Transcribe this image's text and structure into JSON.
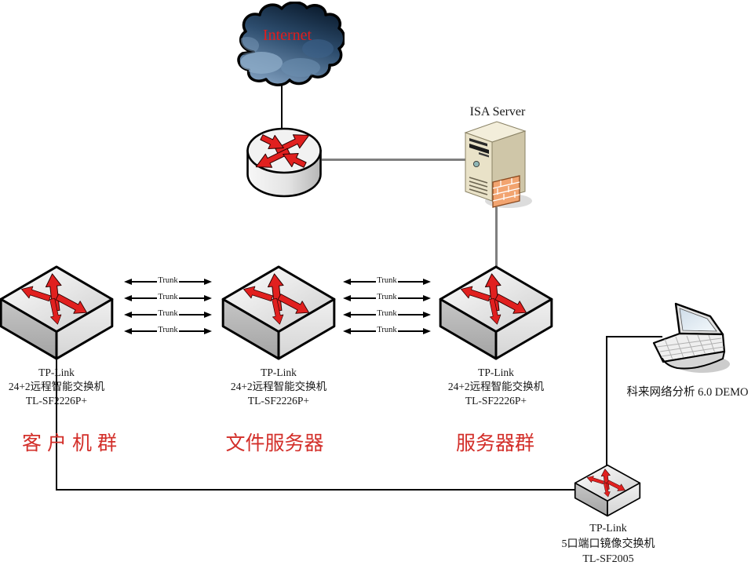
{
  "internet": {
    "label": "Internet"
  },
  "isa_server": {
    "label": "ISA Server"
  },
  "trunk": {
    "label": "Trunk",
    "links_left_group": 4,
    "links_right_group": 4
  },
  "switches": [
    {
      "name_lines": [
        "TP-Link",
        "24+2远程智能交换机",
        "TL-SF2226P+"
      ],
      "caption": "客户机群"
    },
    {
      "name_lines": [
        "TP-Link",
        "24+2远程智能交换机",
        "TL-SF2226P+"
      ],
      "caption": "文件服务器"
    },
    {
      "name_lines": [
        "TP-Link",
        "24+2远程智能交换机",
        "TL-SF2226P+"
      ],
      "caption": "服务器群"
    }
  ],
  "laptop": {
    "label": "科来网络分析 6.0 DEMO"
  },
  "mirror_switch": {
    "name_lines": [
      "TP-Link",
      "5口端口镜像交换机",
      "TL-SF2005"
    ]
  },
  "icons": {
    "internet": "cloud-icon",
    "gateway": "router-icon",
    "isa": "server-tower-icon",
    "isa_firewall": "firewall-brick-icon",
    "lan_switch": "workgroup-switch-icon",
    "mirror": "workgroup-switch-icon",
    "analyzer": "laptop-icon"
  },
  "colors": {
    "arrow_red": "#e1201f",
    "caption_red": "#d32f2a",
    "internet_red": "#e31c1c",
    "connector_gray": "#7f7f7f",
    "connector_black": "#000000",
    "cloud_dark": "#0a1a2c",
    "cloud_mid": "#2d4d6e",
    "cloud_light": "#7d9cbc",
    "server_beige": "#e9e2c8",
    "firewall_orange": "#f2a470"
  }
}
